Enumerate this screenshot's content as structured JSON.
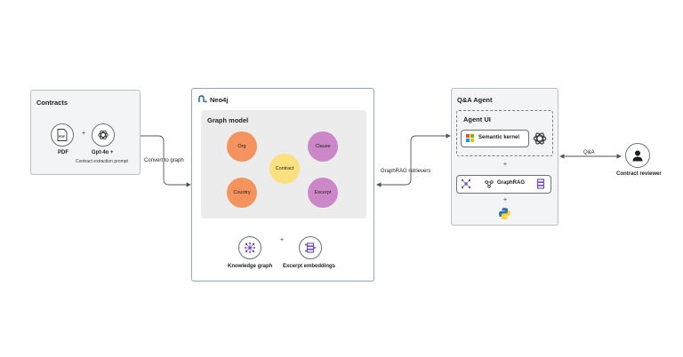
{
  "contracts": {
    "title": "Contracts",
    "pdf_label": "PDF",
    "pdf_icon_text": "PDF",
    "plus": "+",
    "gpt_label": "Gpt-4o +",
    "gpt_sublabel": "Contract extraction prompt"
  },
  "edges": {
    "convert": "Convert to graph",
    "retrievers": "GraphRAG retrievers",
    "qa": "Q&A"
  },
  "neo4j": {
    "title": "Neo4j",
    "graph_model_title": "Graph model",
    "nodes": {
      "org": "Org",
      "clause": "Clause",
      "contract": "Contract",
      "country": "Country",
      "excerpt": "Excerpt"
    },
    "plus": "+",
    "kg_label": "Knowledge graph",
    "emb_label": "Excerpt embeddings"
  },
  "agent": {
    "title": "Q&A Agent",
    "ui_title": "Agent UI",
    "semantic_kernel": "Semantic kernel",
    "plus1": "+",
    "graphrag": "GraphRAG",
    "plus2": "+"
  },
  "reviewer": {
    "label": "Contract reviewer"
  },
  "colors": {
    "org": "#f5935f",
    "country": "#f5935f",
    "clause": "#cc87c8",
    "excerpt": "#cc87c8",
    "contract": "#fbe07f",
    "neo4j_border": "#8fa6bd"
  }
}
